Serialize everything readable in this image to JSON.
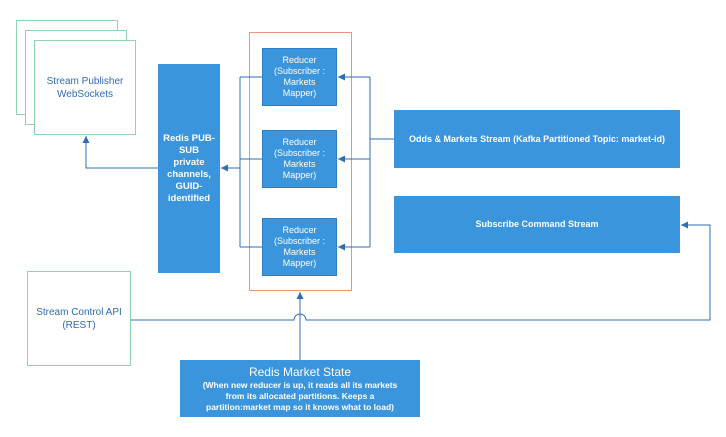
{
  "publisher": {
    "label_line1": "Stream Publisher",
    "label_line2": "WebSockets"
  },
  "redis_pubsub": {
    "lines": [
      "Redis PUB-",
      "SUB",
      "private",
      "channels,",
      "GUID-",
      "identified"
    ]
  },
  "reducers": [
    {
      "lines": [
        "Reducer",
        "(Subscriber :",
        "Markets",
        "Mapper)"
      ]
    },
    {
      "lines": [
        "Reducer",
        "(Subscriber :",
        "Markets",
        "Mapper)"
      ]
    },
    {
      "lines": [
        "Reducer",
        "(Subscriber :",
        "Markets",
        "Mapper)"
      ]
    }
  ],
  "odds_stream": {
    "label": "Odds & Markets Stream (Kafka Partitioned Topic: market-id)"
  },
  "subscribe_stream": {
    "label": "Subscribe Command Stream"
  },
  "control_api": {
    "label_line1": "Stream Control API",
    "label_line2": "(REST)"
  },
  "market_state": {
    "title": "Redis Market State",
    "desc_lines": [
      "(When new reducer is up, it reads all its markets",
      "from its allocated partitions. Keeps a",
      "partition:market map so it knows what to load)"
    ]
  },
  "colors": {
    "box_blue": "#3a95dc",
    "line_blue": "#2e6db4",
    "group_border": "#e8967a",
    "outline_border": "#8fd3b0"
  }
}
